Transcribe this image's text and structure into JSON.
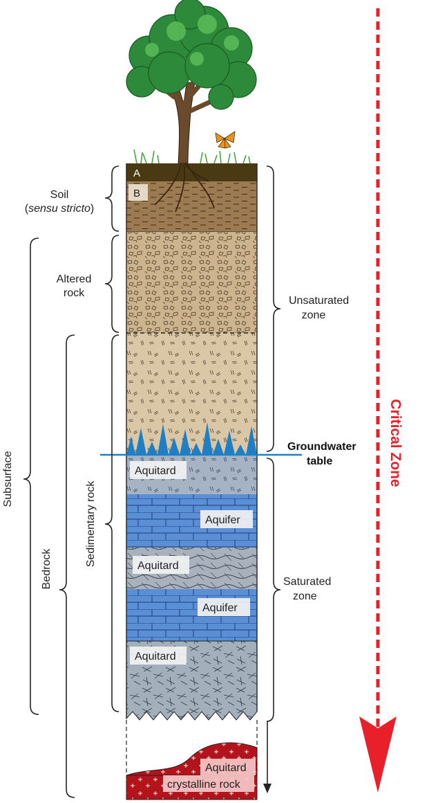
{
  "diagram": {
    "soil_horizons": {
      "a": "A",
      "b": "B"
    },
    "left_labels": {
      "soil_line1": "Soil",
      "soil_open": "(",
      "soil_italic": "sensu stricto",
      "soil_close": ")",
      "altered_line1": "Altered",
      "altered_line2": "rock",
      "subsurface": "Subsurface",
      "bedrock": "Bedrock",
      "sedimentary": "Sedimentary rock"
    },
    "right_labels": {
      "unsat_line1": "Unsaturated",
      "unsat_line2": "zone",
      "gw_line1": "Groundwater",
      "gw_line2": "table",
      "sat_line1": "Saturated",
      "sat_line2": "zone"
    },
    "layer_labels": {
      "aquitard_1": "Aquitard",
      "aquifer_1": "Aquifer",
      "aquitard_2": "Aquitard",
      "aquifer_2": "Aquifer",
      "aquitard_3": "Aquitard",
      "aquitard_4": "Aquitard",
      "crystalline": "crystalline rock"
    },
    "critical_zone": "Critical Zone",
    "colors": {
      "critical_zone_red": "#e8202a",
      "water_blue": "#1f7fc4",
      "soil_a": "#4a3a14",
      "soil_b": "#9c7a52",
      "altered_rock": "#cdb48e",
      "sedimentary_unsat": "#d9c7a6",
      "aquitard_slate": "#a6b3c4",
      "aquifer_blue": "#5a8fd6",
      "aquitard_grey": "#a9b2bc",
      "crystalline_red": "#b3141c"
    }
  }
}
